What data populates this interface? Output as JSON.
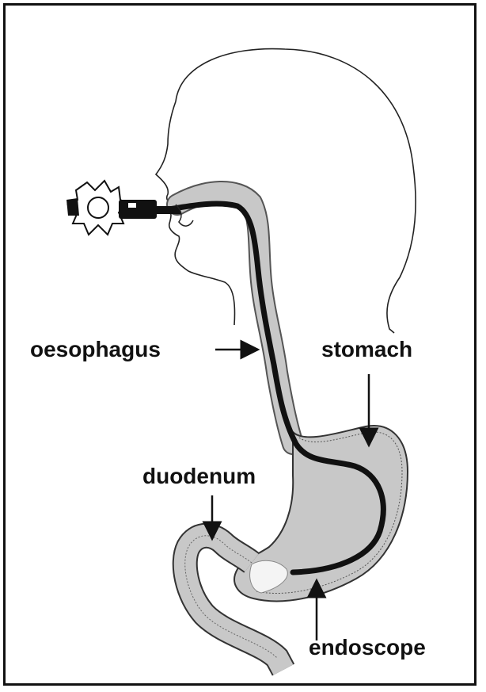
{
  "labels": {
    "oesophagus": "oesophagus",
    "stomach": "stomach",
    "duodenum": "duodenum",
    "endoscope": "endoscope"
  },
  "colors": {
    "ink": "#111111",
    "organ_fill": "#c8c8c8",
    "background": "#ffffff"
  }
}
